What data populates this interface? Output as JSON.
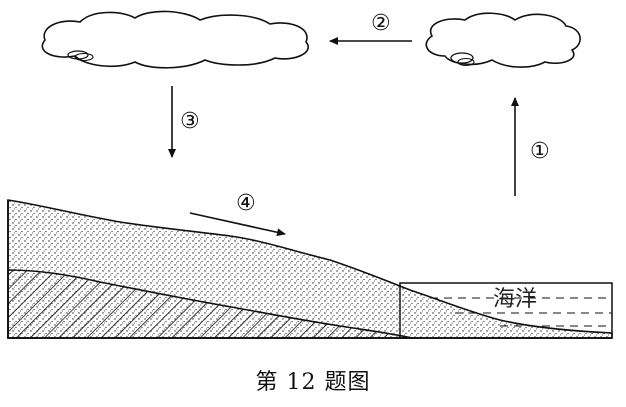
{
  "diagram": {
    "labels": {
      "arrow_1": "①",
      "arrow_2": "②",
      "arrow_3": "③",
      "arrow_4": "④",
      "ocean": "海洋"
    },
    "caption": "第 12 题图"
  }
}
